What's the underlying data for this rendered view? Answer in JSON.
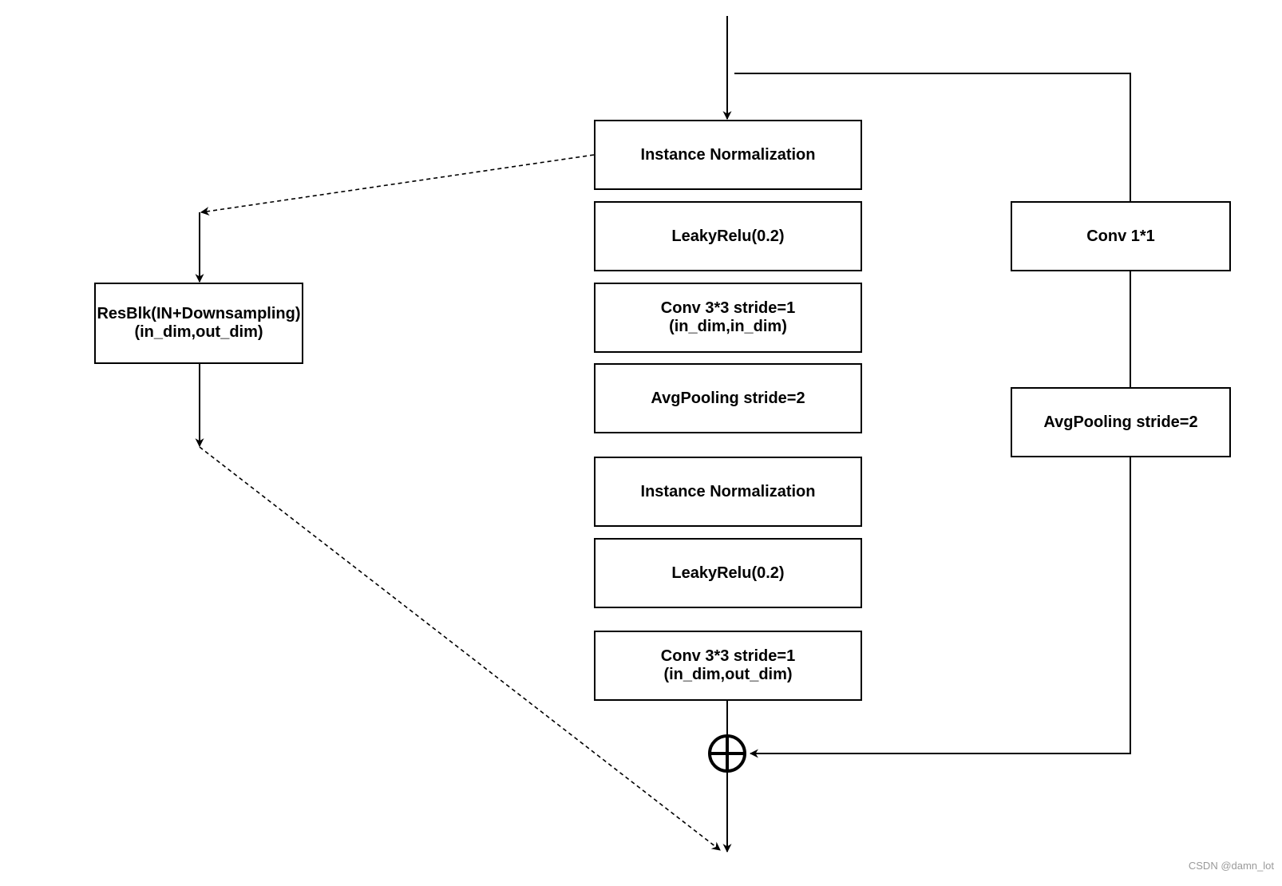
{
  "main_column": {
    "instance_norm_1": "Instance Normalization",
    "leaky_relu_1": "LeakyRelu(0.2)",
    "conv3_1": {
      "line1": "Conv 3*3 stride=1",
      "line2": "(in_dim,in_dim)"
    },
    "avgpool_1": "AvgPooling stride=2",
    "instance_norm_2": "Instance Normalization",
    "leaky_relu_2": "LeakyRelu(0.2)",
    "conv3_2": {
      "line1": "Conv 3*3 stride=1",
      "line2": "(in_dim,out_dim)"
    }
  },
  "shortcut": {
    "conv1x1": "Conv 1*1",
    "avgpool": "AvgPooling stride=2"
  },
  "summary_block": {
    "line1": "ResBlk(IN+Downsampling)",
    "line2": "(in_dim,out_dim)"
  },
  "watermark": "CSDN @damn_lot"
}
